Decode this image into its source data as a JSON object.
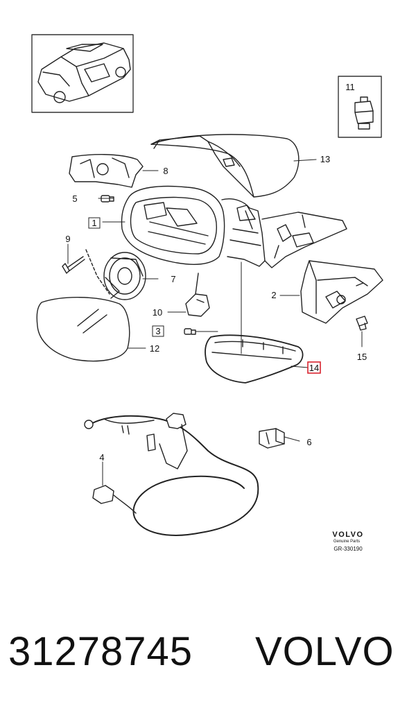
{
  "callouts": [
    {
      "id": "c1",
      "label": "1",
      "boxed": true
    },
    {
      "id": "c2",
      "label": "2",
      "boxed": false
    },
    {
      "id": "c3",
      "label": "3",
      "boxed": true
    },
    {
      "id": "c4",
      "label": "4",
      "boxed": false
    },
    {
      "id": "c5",
      "label": "5",
      "boxed": false
    },
    {
      "id": "c6",
      "label": "6",
      "boxed": false
    },
    {
      "id": "c7",
      "label": "7",
      "boxed": false
    },
    {
      "id": "c8",
      "label": "8",
      "boxed": false
    },
    {
      "id": "c9",
      "label": "9",
      "boxed": false
    },
    {
      "id": "c10",
      "label": "10",
      "boxed": false
    },
    {
      "id": "c11",
      "label": "11",
      "boxed": false
    },
    {
      "id": "c12",
      "label": "12",
      "boxed": false
    },
    {
      "id": "c13",
      "label": "13",
      "boxed": false
    },
    {
      "id": "c14",
      "label": "14",
      "boxed": true,
      "highlighted": true
    },
    {
      "id": "c15",
      "label": "15",
      "boxed": false
    }
  ],
  "highlight_color": "#d9232e",
  "logo": {
    "brand": "VOLVO",
    "subtitle": "Genuine Parts",
    "code": "GR-330190"
  },
  "footer": {
    "part_number": "31278745",
    "brand": "VOLVO"
  }
}
